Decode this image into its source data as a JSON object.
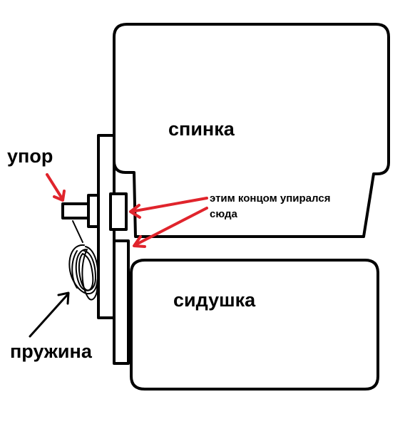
{
  "labels": {
    "backrest": "спинка",
    "seat": "сидушка",
    "stop": "упор",
    "spring": "пружина",
    "note_line1": "этим концом упирался",
    "note_line2": "сюда"
  },
  "colors": {
    "outline": "#000000",
    "annotation_arrow": "#e0242c",
    "pointer_arrow": "#000000",
    "background": "#ffffff"
  }
}
